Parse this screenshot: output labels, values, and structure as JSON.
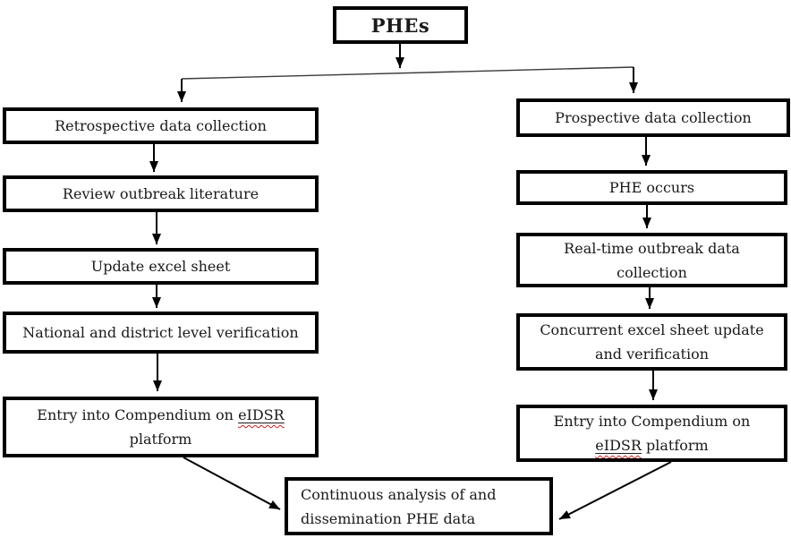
{
  "colors": {
    "box_border": "#000000",
    "text": "#1a1a1a",
    "spellcheck_squiggle": "#cc2222",
    "background": "#ffffff"
  },
  "flowchart": {
    "root": {
      "label": "PHEs"
    },
    "left_branch": {
      "step1": {
        "label": "Retrospective data collection"
      },
      "step2": {
        "label": "Review outbreak literature"
      },
      "step3": {
        "label": "Update excel sheet"
      },
      "step4": {
        "label": "National and district level verification"
      },
      "step5": {
        "line1_before": "Entry into Compendium on ",
        "line1_term": "eIDSR",
        "line2": "platform"
      }
    },
    "right_branch": {
      "step1": {
        "label": "Prospective data collection"
      },
      "step2": {
        "label": "PHE occurs"
      },
      "step3": {
        "line1": "Real-time outbreak data",
        "line2": "collection"
      },
      "step4": {
        "line1": "Concurrent excel sheet update",
        "line2": "and verification"
      },
      "step5": {
        "line1": "Entry into Compendium on",
        "line2_term": "eIDSR",
        "line2_after": " platform"
      }
    },
    "merge": {
      "line1": "Continuous analysis of and",
      "line2": "dissemination PHE data"
    }
  }
}
